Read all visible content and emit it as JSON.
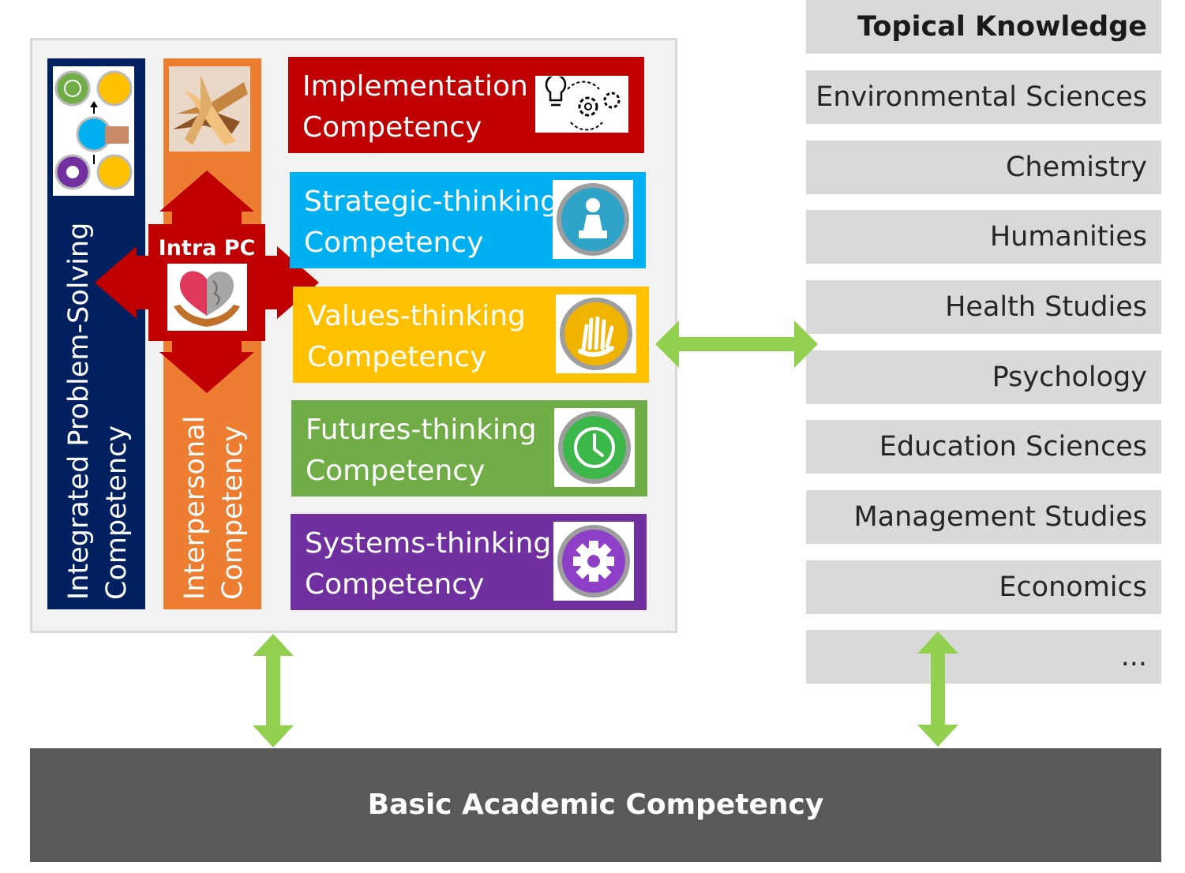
{
  "left_panel": {
    "integrated": {
      "line1": "Integrated Problem-Solving",
      "line2": "Competency"
    },
    "interpersonal": {
      "line1": "Interpersonal",
      "line2": "Competency"
    },
    "intra": {
      "label": "Intra PC"
    },
    "competencies": [
      {
        "line1": "Implementation",
        "line2": "Competency",
        "color": "#c00000",
        "icon": "lightbulb-gears-icon"
      },
      {
        "line1": "Strategic-thinking",
        "line2": "Competency",
        "color": "#00b0f0",
        "icon": "chess-pawn-icon"
      },
      {
        "line1": "Values-thinking",
        "line2": "Competency",
        "color": "#ffc000",
        "icon": "helping-hands-icon"
      },
      {
        "line1": "Futures-thinking",
        "line2": "Competency",
        "color": "#70ad47",
        "icon": "clock-icon"
      },
      {
        "line1": "Systems-thinking",
        "line2": "Competency",
        "color": "#7030a0",
        "icon": "gear-icon"
      }
    ]
  },
  "topical": {
    "header": "Topical Knowledge",
    "items": [
      "Environmental Sciences",
      "Chemistry",
      "Humanities",
      "Health Studies",
      "Psychology",
      "Education Sciences",
      "Management Studies",
      "Economics",
      "..."
    ]
  },
  "basic": {
    "label": "Basic Academic Competency"
  },
  "colors": {
    "navy": "#002060",
    "orange": "#ed7d31",
    "arrow_green": "#92d050",
    "arrow_red": "#c00000",
    "box_gray": "#d9d9d9",
    "basic_gray": "#595959"
  }
}
